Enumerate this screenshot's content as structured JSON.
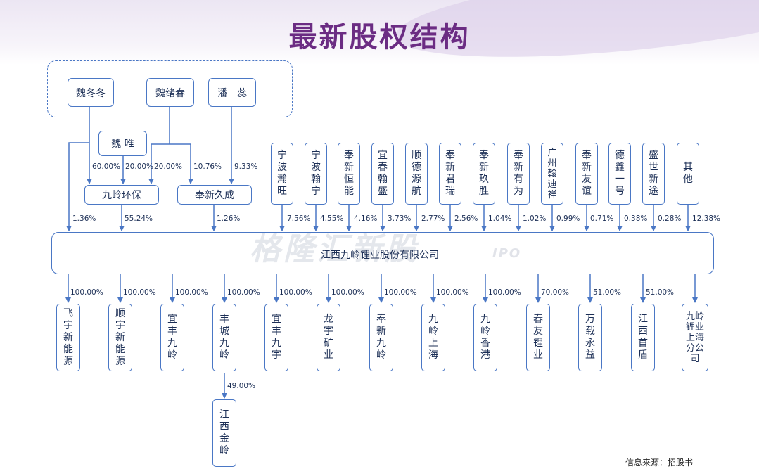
{
  "title": "最新股权结构",
  "controllers": [
    "魏冬冬",
    "魏绪春",
    "潘　蕊"
  ],
  "wei_wei": "魏 唯",
  "holding_left": "九岭环保",
  "holding_right": "奉新久成",
  "pct_top": {
    "p60": "60.00%",
    "p20a": "20.00%",
    "p20b": "20.00%",
    "p1076": "10.76%",
    "p933": "9.33%",
    "p136": "1.36%",
    "p5524": "55.24%",
    "p126": "1.26%"
  },
  "shareholders": [
    {
      "name": "宁波瀚旺",
      "pct": "7.56%"
    },
    {
      "name": "宁波翰宁",
      "pct": "4.55%"
    },
    {
      "name": "奉新恒能",
      "pct": "4.16%"
    },
    {
      "name": "宜春翰盛",
      "pct": "3.73%"
    },
    {
      "name": "顺德源航",
      "pct": "2.77%"
    },
    {
      "name": "奉新君瑞",
      "pct": "2.56%"
    },
    {
      "name": "奉新玖胜",
      "pct": "1.04%"
    },
    {
      "name": "奉新有为",
      "pct": "1.02%"
    },
    {
      "name": "广州翰迪祥",
      "pct": "0.99%"
    },
    {
      "name": "奉新友谊",
      "pct": "0.71%"
    },
    {
      "name": "德鑫一号",
      "pct": "0.38%"
    },
    {
      "name": "盛世新途",
      "pct": "0.28%"
    },
    {
      "name": "其　他",
      "pct": "12.38%"
    }
  ],
  "company": "江西九岭锂业股份有限公司",
  "watermark": "格隆汇新股",
  "watermark_sub": "IPO",
  "subsidiaries": [
    {
      "name": "飞宇新能源",
      "pct": "100.00%"
    },
    {
      "name": "顺宇新能源",
      "pct": "100.00%"
    },
    {
      "name": "宜丰九岭",
      "pct": "100.00%"
    },
    {
      "name": "丰城九岭",
      "pct": "100.00%"
    },
    {
      "name": "宜丰九宇",
      "pct": "100.00%"
    },
    {
      "name": "龙宇矿业",
      "pct": "100.00%"
    },
    {
      "name": "奉新九岭",
      "pct": "100.00%"
    },
    {
      "name": "九岭上海",
      "pct": "100.00%"
    },
    {
      "name": "九岭香港",
      "pct": "100.00%"
    },
    {
      "name": "春友锂业",
      "pct": "70.00%"
    },
    {
      "name": "万载永益",
      "pct": "51.00%"
    },
    {
      "name": "江西首盾",
      "pct": "51.00%"
    },
    {
      "name": "九岭锂业上海分公司",
      "pct": ""
    }
  ],
  "sub_sub": {
    "name": "江西金岭",
    "pct": "49.00%"
  },
  "source": "信息来源：招股书",
  "colors": {
    "title": "#6b2c83",
    "border": "#4a77c5",
    "text": "#1c2f56"
  }
}
